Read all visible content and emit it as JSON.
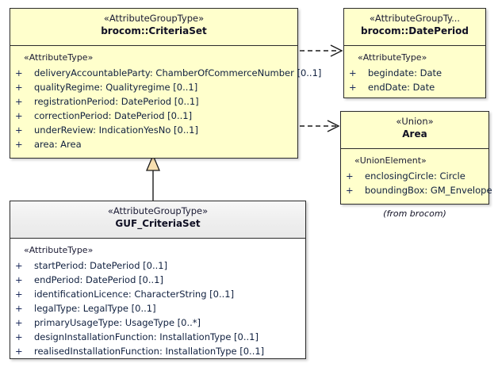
{
  "diagram": {
    "type": "uml-class-diagram",
    "background": "#ffffff",
    "colors": {
      "class_fill_yellow": "#ffffcc",
      "class_fill_white": "#ffffff",
      "header_gray": "#eeeeee",
      "border": "#2b2b2b",
      "text": "#10203f",
      "generalization_triangle_fill": "#f7dfb0"
    }
  },
  "classes": {
    "criteria_set": {
      "stereotype": "«AttributeGroupType»",
      "name": "brocom::CriteriaSet",
      "group_stereotype": "«AttributeType»",
      "attributes": [
        {
          "visibility": "+",
          "text": "deliveryAccountableParty: ChamberOfCommerceNumber [0..1]"
        },
        {
          "visibility": "+",
          "text": "qualityRegime: Qualityregime [0..1]"
        },
        {
          "visibility": "+",
          "text": "registrationPeriod: DatePeriod [0..1]"
        },
        {
          "visibility": "+",
          "text": "correctionPeriod: DatePeriod [0..1]"
        },
        {
          "visibility": "+",
          "text": "underReview: IndicationYesNo [0..1]"
        },
        {
          "visibility": "+",
          "text": "area: Area"
        }
      ]
    },
    "date_period": {
      "stereotype": "«AttributeGroupTy...",
      "name": "brocom::DatePeriod",
      "group_stereotype": "«AttributeType»",
      "attributes": [
        {
          "visibility": "+",
          "text": "begindate: Date"
        },
        {
          "visibility": "+",
          "text": "endDate: Date"
        }
      ]
    },
    "area": {
      "stereotype": "«Union»",
      "name": "Area",
      "group_stereotype": "«UnionElement»",
      "attributes": [
        {
          "visibility": "+",
          "text": "enclosingCircle: Circle"
        },
        {
          "visibility": "+",
          "text": "boundingBox: GM_Envelope"
        }
      ],
      "note": "(from brocom)"
    },
    "guf_criteria_set": {
      "stereotype": "«AttributeGroupType»",
      "name": "GUF_CriteriaSet",
      "group_stereotype": "«AttributeType»",
      "attributes": [
        {
          "visibility": "+",
          "text": "startPeriod: DatePeriod [0..1]"
        },
        {
          "visibility": "+",
          "text": "endPeriod: DatePeriod [0..1]"
        },
        {
          "visibility": "+",
          "text": "identificationLicence: CharacterString [0..1]"
        },
        {
          "visibility": "+",
          "text": "legalType: LegalType [0..1]"
        },
        {
          "visibility": "+",
          "text": "primaryUsageType: UsageType [0..*]"
        },
        {
          "visibility": "+",
          "text": "designInstallationFunction: InstallationType [0..1]"
        },
        {
          "visibility": "+",
          "text": "realisedInstallationFunction: InstallationType [0..1]"
        }
      ]
    }
  },
  "relationships": [
    {
      "name": "generalization",
      "kind": "generalization",
      "from": "guf_criteria_set",
      "to": "criteria_set",
      "line": "solid",
      "arrowhead": "hollow-triangle"
    },
    {
      "name": "dependency-date-period",
      "kind": "dependency",
      "from": "criteria_set",
      "to": "date_period",
      "line": "dashed",
      "arrowhead": "open"
    },
    {
      "name": "dependency-area",
      "kind": "dependency",
      "from": "criteria_set",
      "to": "area",
      "line": "dashed",
      "arrowhead": "open"
    }
  ]
}
